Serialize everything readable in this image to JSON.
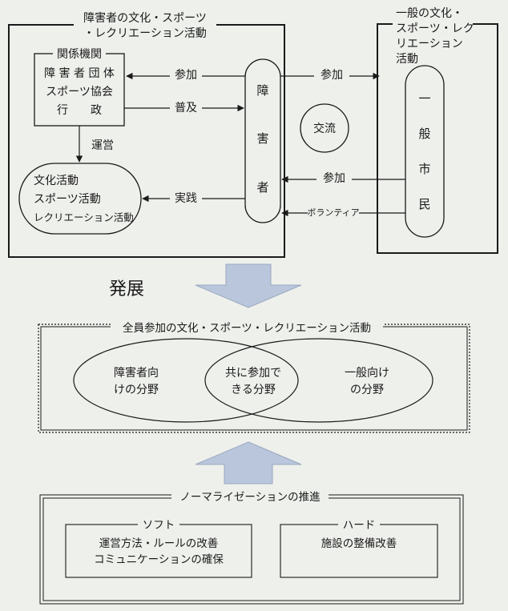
{
  "top_left_box": {
    "title_line1": "障害者の文化・スポーツ",
    "title_line2": "・レクリエーション活動",
    "agencies": {
      "title": "関係機関",
      "line1": "障 害 者 団 体",
      "line2": "スポーツ協会",
      "line3": "行　　政"
    },
    "activities": {
      "line1": "文化活動",
      "line2": "スポーツ活動",
      "line3": "レクリエーション活動"
    },
    "disabled_persons": [
      "障",
      "害",
      "者"
    ],
    "labels": {
      "participation": "参加",
      "dissemination": "普及",
      "management": "運営",
      "practice": "実践"
    }
  },
  "top_right_box": {
    "title_line1": "一般の文化・",
    "title_line2": "スポーツ・レク",
    "title_line3": "リエーション",
    "title_line4": "活動",
    "citizens": [
      "一",
      "般",
      "市",
      "民"
    ]
  },
  "middle_labels": {
    "participation_right": "参加",
    "exchange": "交流",
    "participation_left": "参加",
    "volunteer": "ボランティア"
  },
  "development": "発展",
  "all_participation_box": {
    "title": "全員参加の文化・スポーツ・レクリエーション活動",
    "left_line1": "障害者向",
    "left_line2": "けの分野",
    "center_line1": "共に参加で",
    "center_line2": "きる分野",
    "right_line1": "一般向け",
    "right_line2": "の分野"
  },
  "normalization_box": {
    "title": "ノーマライゼーションの推進",
    "soft": {
      "title": "ソフト",
      "line1": "運営方法・ルールの改善",
      "line2": "コミュニケーションの確保"
    },
    "hard": {
      "title": "ハード",
      "line1": "施設の整備改善"
    }
  },
  "colors": {
    "arrow_fill": "#b9c6db",
    "line": "#1a1a1a",
    "background": "#eef0ec"
  }
}
